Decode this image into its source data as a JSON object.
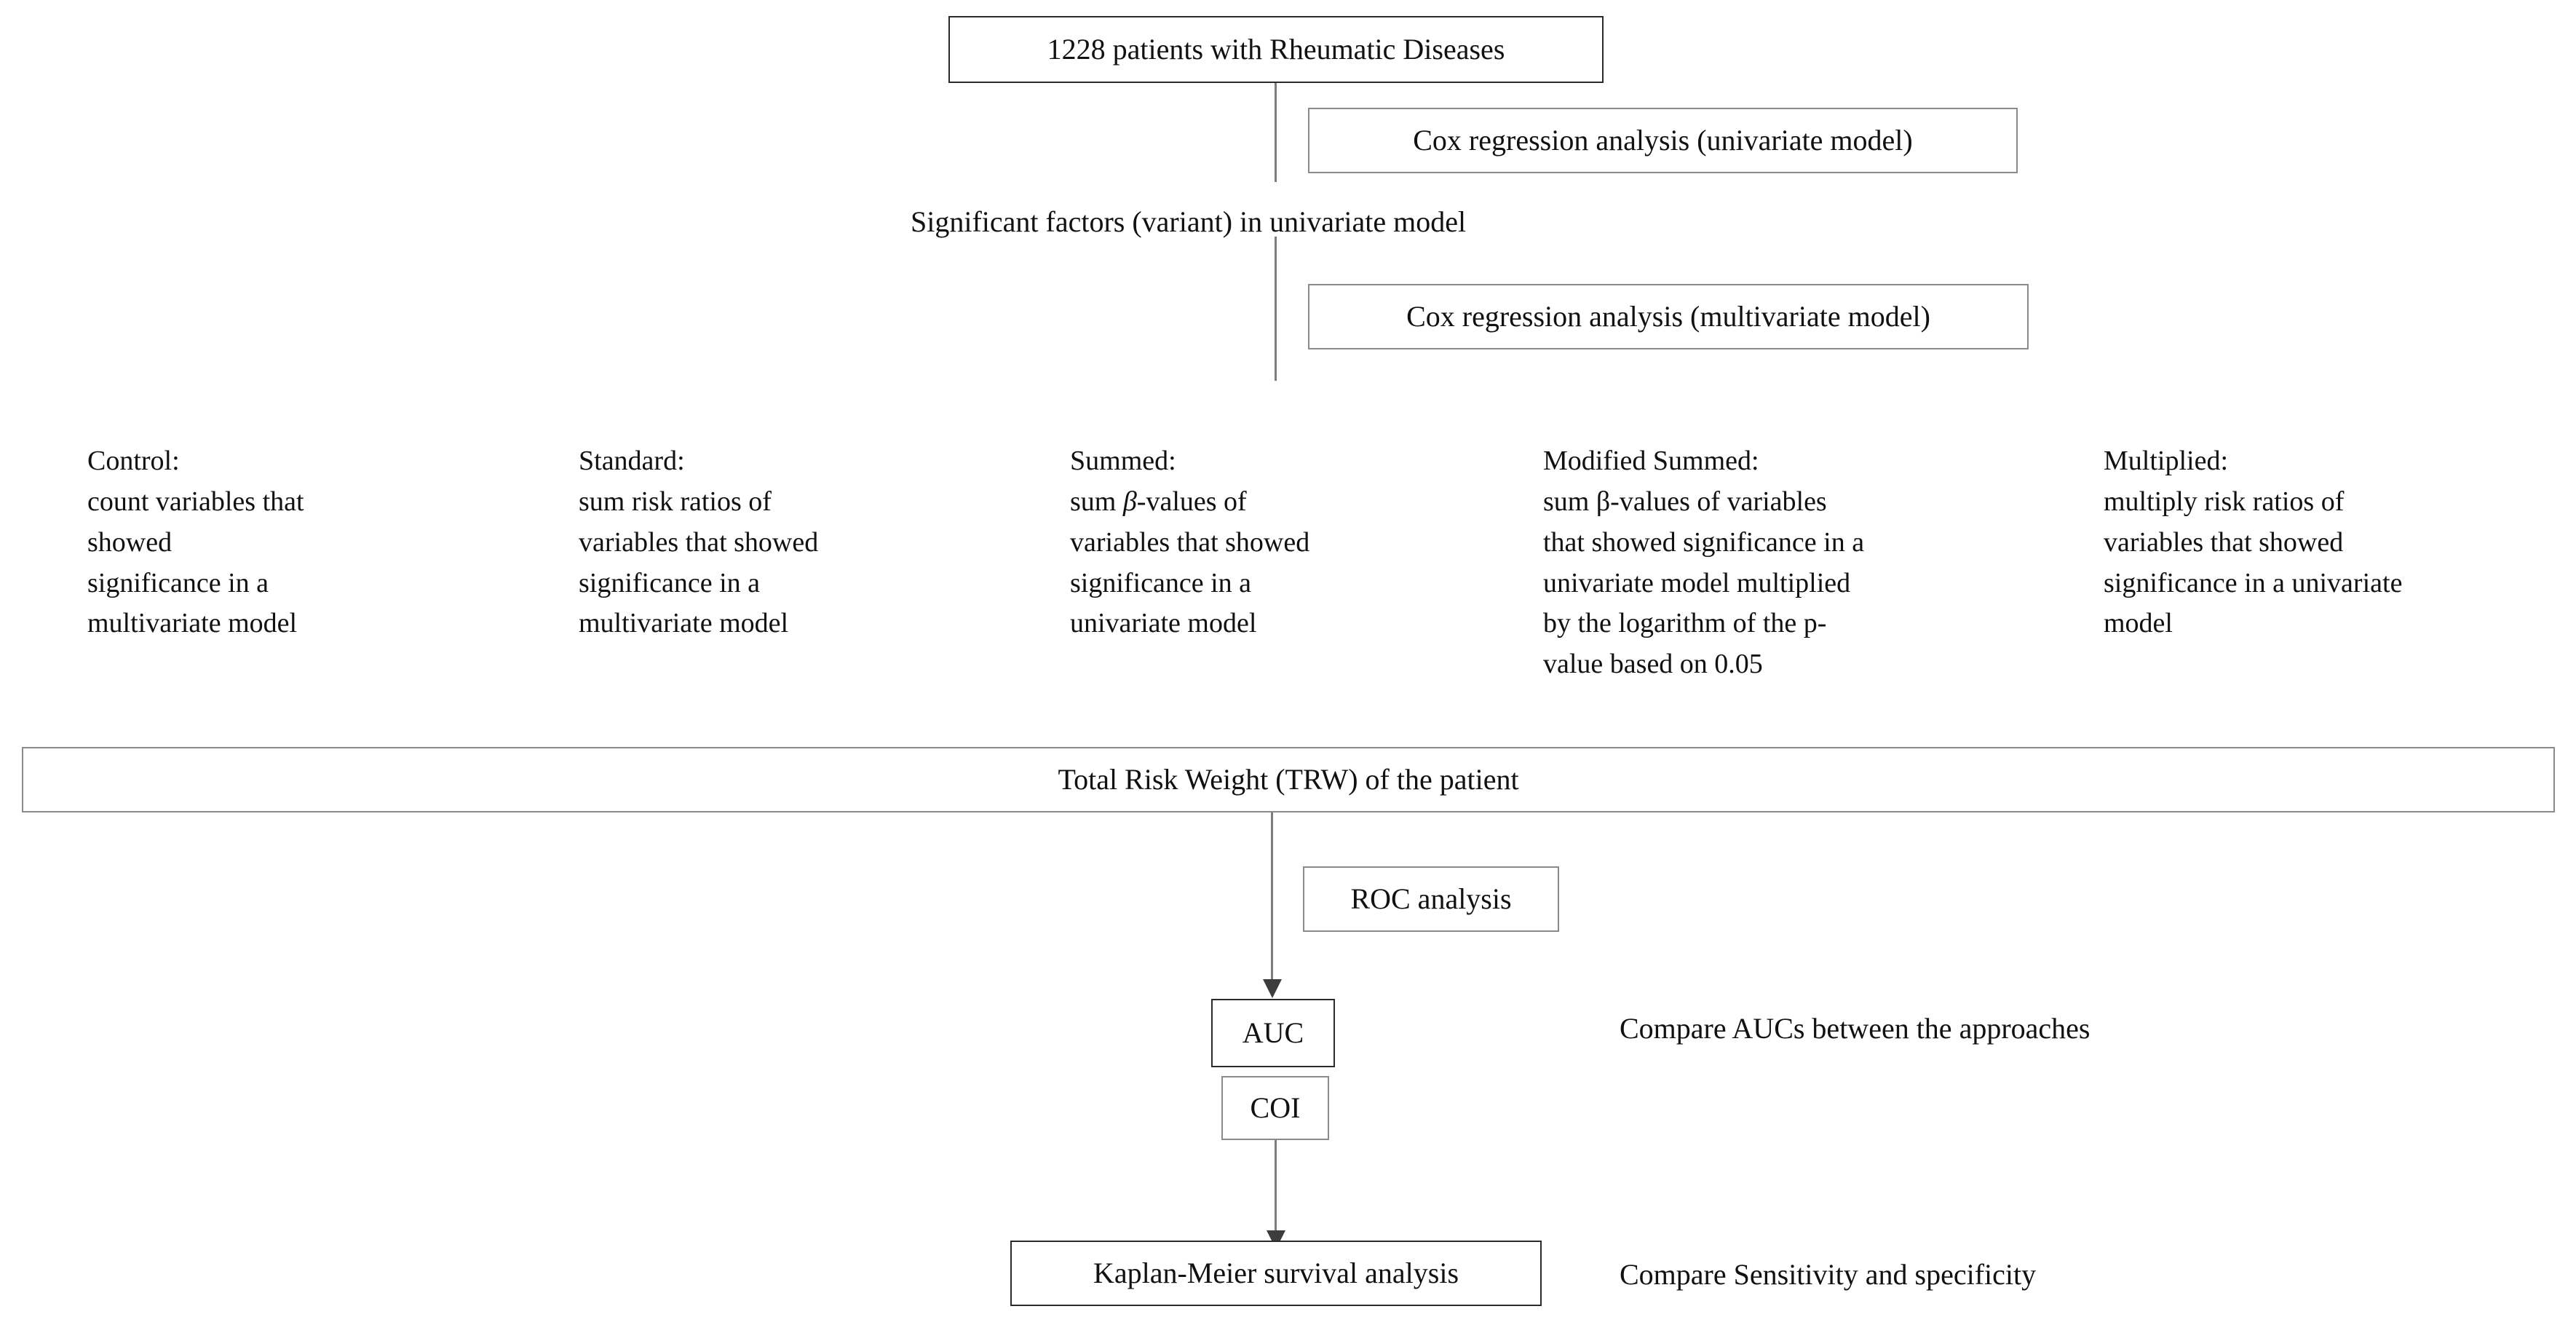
{
  "nodes": {
    "cohort": "1228 patients with Rheumatic Diseases",
    "cox_univariate": "Cox regression analysis (univariate model)",
    "significant_factors": "Significant factors (variant) in univariate model",
    "cox_multivariate": "Cox regression analysis (multivariate model)",
    "trw": "Total Risk Weight (TRW) of the patient",
    "roc": "ROC analysis",
    "auc": "AUC",
    "coi": "COI",
    "kaplan_meier": "Kaplan-Meier survival analysis"
  },
  "annotations": {
    "compare_aucs": "Compare AUCs between the approaches",
    "compare_sensitivity": "Compare Sensitivity and specificity"
  },
  "approaches": [
    {
      "name": "control",
      "header": "Control:",
      "lines": [
        "count variables that",
        "showed",
        "significance in a",
        "multivariate model"
      ]
    },
    {
      "name": "standard",
      "header": "Standard:",
      "lines": [
        "sum risk ratios of",
        "variables that showed",
        "significance in a",
        "multivariate model"
      ]
    },
    {
      "name": "summed",
      "header": "Summed:",
      "lines": [
        "sum β-values of",
        "variables that showed",
        "significance in a",
        "univariate model"
      ],
      "beta_italic": true
    },
    {
      "name": "modified-summed",
      "header": "Modified Summed:",
      "lines": [
        "sum β-values of variables",
        "that showed significance in a",
        "univariate model multiplied",
        "by the logarithm of the p-",
        "value based on 0.05"
      ],
      "beta_italic": false
    },
    {
      "name": "multiplied",
      "header": "Multiplied:",
      "lines": [
        "multiply risk ratios of",
        "variables that showed",
        "significance in a univariate",
        "model"
      ]
    }
  ],
  "colors": {
    "background": "#ffffff",
    "text": "#111111",
    "border_strong": "#2b2b2b",
    "border_light": "#8a8a8a",
    "connector": "#7d7d7d"
  }
}
